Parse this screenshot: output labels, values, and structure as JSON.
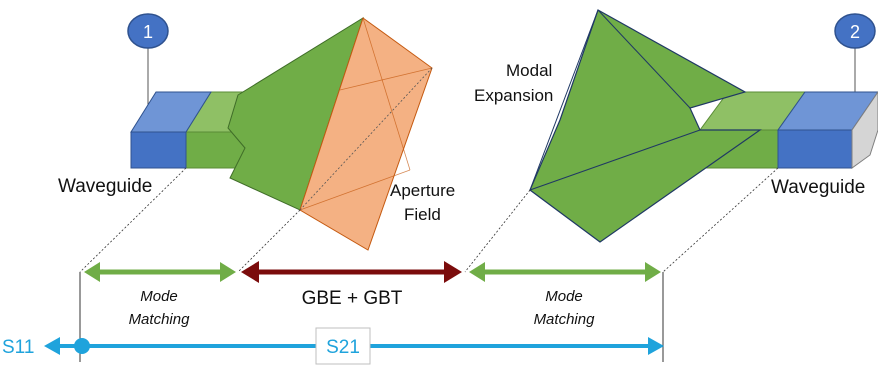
{
  "ports": [
    {
      "label": "1"
    },
    {
      "label": "2"
    }
  ],
  "labels": {
    "waveguide_left": "Waveguide",
    "waveguide_right": "Waveguide",
    "aperture_line1": "Aperture",
    "aperture_line2": "Field",
    "modal_line1": "Modal",
    "modal_line2": "Expansion"
  },
  "arrows": {
    "left_mode_line1": "Mode",
    "left_mode_line2": "Matching",
    "center": "GBE + GBT",
    "right_mode_line1": "Mode",
    "right_mode_line2": "Matching"
  },
  "s_params": {
    "s11": "S11",
    "s21": "S21"
  },
  "colors": {
    "green": "#70ad47",
    "green_light": "#8fc065",
    "blue": "#4472c4",
    "blue_light": "#6f95d6",
    "orange": "#f4b183",
    "dark_red": "#7b0c0c",
    "cyan": "#1fa3dc",
    "gray": "#d5d5d5"
  }
}
